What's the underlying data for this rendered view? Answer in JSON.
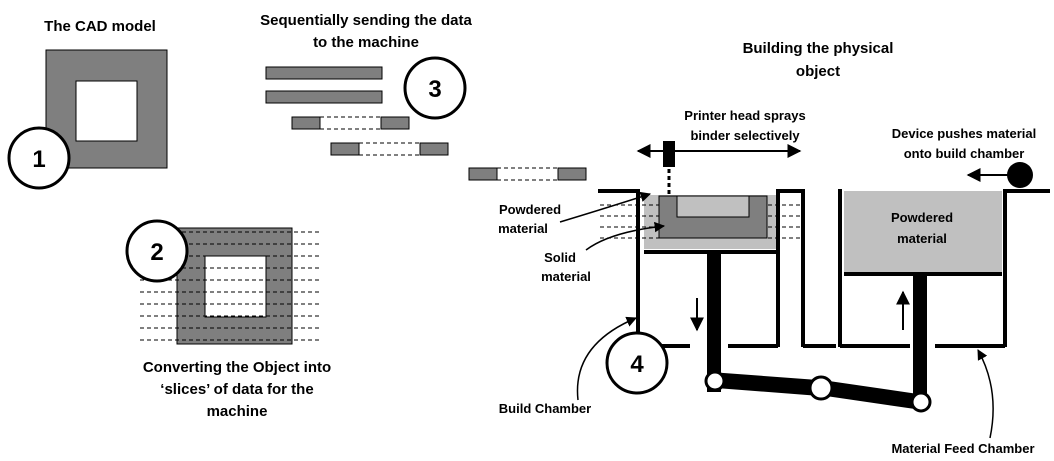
{
  "steps": {
    "one": "1",
    "two": "2",
    "three": "3",
    "four": "4"
  },
  "labels": {
    "cad_model": "The CAD model",
    "sending_line1": "Sequentially sending the data",
    "sending_line2": "to the machine",
    "building_line1": "Building the physical",
    "building_line2": "object",
    "converting_line1": "Converting the Object into",
    "converting_line2": "‘slices’ of data for the",
    "converting_line3": "machine",
    "printer_line1": "Printer head sprays",
    "printer_line2": "binder selectively",
    "device_line1": "Device pushes material",
    "device_line2": "onto build chamber",
    "powdered_left_line1": "Powdered",
    "powdered_left_line2": "material",
    "solid_line1": "Solid",
    "solid_line2": "material",
    "powdered_feed_line1": "Powdered",
    "powdered_feed_line2": "material",
    "build_chamber": "Build Chamber",
    "feed_chamber": "Material Feed Chamber"
  },
  "colors": {
    "solid_gray": "#7f7f7f",
    "powder_gray": "#c0c0c0",
    "line": "#000000",
    "background": "#ffffff"
  }
}
